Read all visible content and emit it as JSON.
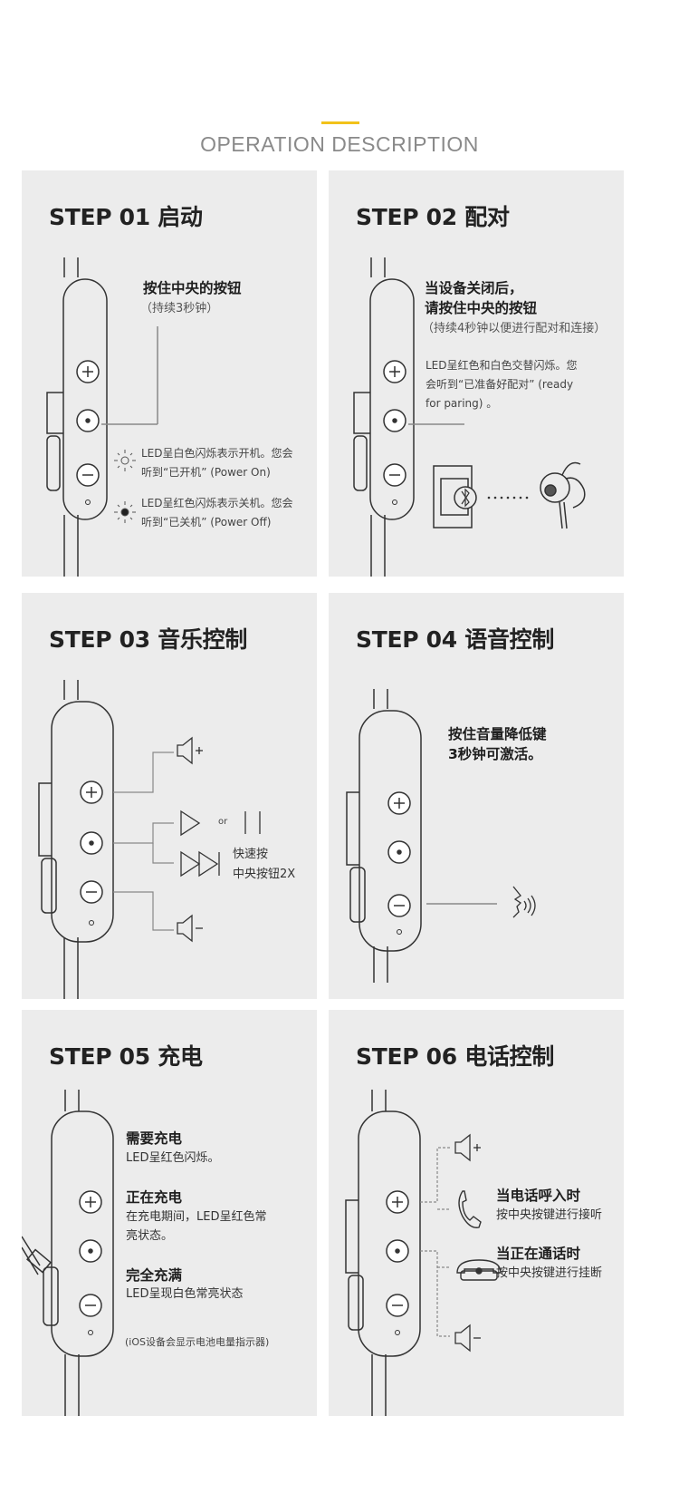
{
  "header": {
    "title": "OPERATION DESCRIPTION",
    "accent_color": "#f2c21a"
  },
  "steps": [
    {
      "title": "STEP 01 启动",
      "instruction": "按住中央的按钮",
      "duration": "（持续3秒钟）",
      "led_on_line1": "LED呈白色闪烁表示开机。您会",
      "led_on_line2": "听到“已开机” (Power On)",
      "led_off_line1": "LED呈红色闪烁表示关机。您会",
      "led_off_line2": "听到“已关机” (Power Off)"
    },
    {
      "title": "STEP 02 配对",
      "instruction_line1": "当设备关闭后，",
      "instruction_line2": "请按住中央的按钮",
      "duration": "（持续4秒钟以便进行配对和连接）",
      "note_line1": "LED呈红色和白色交替闪烁。您",
      "note_line2": "会听到“已准备好配对” (ready",
      "note_line3": "for paring) 。"
    },
    {
      "title": "STEP 03 音乐控制",
      "or_label": "or",
      "skip_line1": "快速按",
      "skip_line2": "中央按钮2X"
    },
    {
      "title": "STEP 04 语音控制",
      "instruction_line1": "按住音量降低键",
      "instruction_line2": "3秒钟可激活。"
    },
    {
      "title": "STEP 05 充电",
      "need_title": "需要充电",
      "need_desc": "LED呈红色闪烁。",
      "charging_title": "正在充电",
      "charging_desc1": "在充电期间，LED呈红色常",
      "charging_desc2": "亮状态。",
      "full_title": "完全充满",
      "full_desc": "LED呈现白色常亮状态",
      "ios_note": "(iOS设备会显示电池电量指示器)"
    },
    {
      "title": "STEP 06 电话控制",
      "incoming_title": "当电话呼入时",
      "incoming_desc": "按中央按键进行接听",
      "active_title": "当正在通话时",
      "active_desc": "按中央按键进行挂断"
    }
  ],
  "icons": [
    "plus-button-icon",
    "center-button-icon",
    "minus-button-icon",
    "speaker-icon",
    "play-icon",
    "pause-icon",
    "fast-forward-icon",
    "bluetooth-icon",
    "phone-icon",
    "earbud-icon",
    "face-speaking-icon",
    "telephone-icon",
    "led-white-icon",
    "led-red-icon"
  ]
}
